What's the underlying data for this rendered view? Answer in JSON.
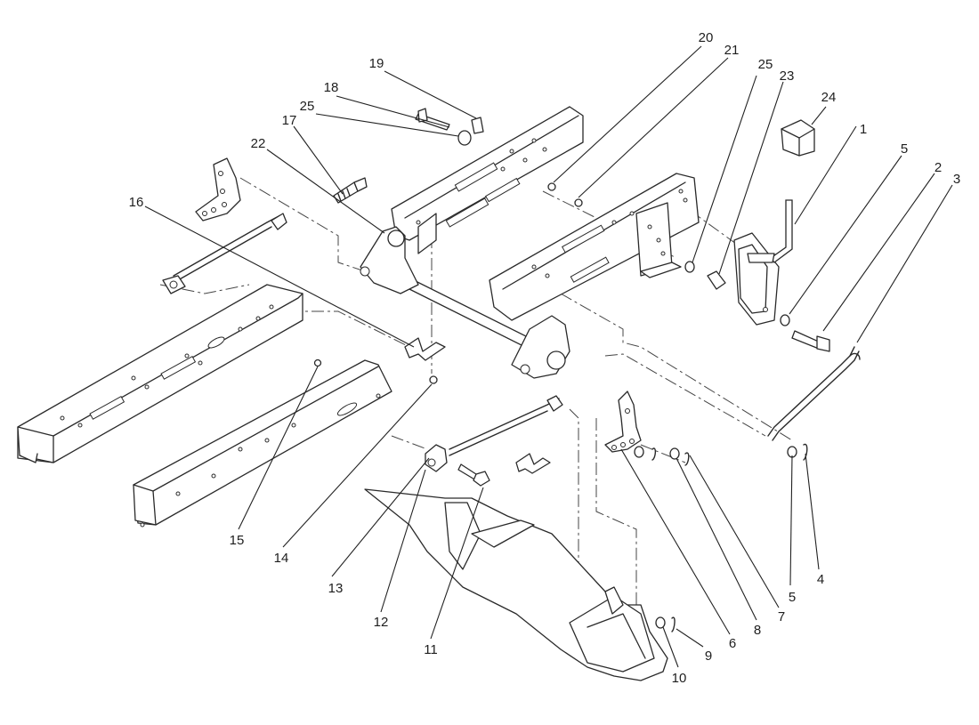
{
  "colors": {
    "line": "#2a2a2a",
    "background": "#ffffff",
    "text": "#1e1e1e"
  },
  "callouts": [
    {
      "id": "c1",
      "label": "1"
    },
    {
      "id": "c2",
      "label": "2"
    },
    {
      "id": "c3",
      "label": "3"
    },
    {
      "id": "c4",
      "label": "4"
    },
    {
      "id": "c5a",
      "label": "5"
    },
    {
      "id": "c5b",
      "label": "5"
    },
    {
      "id": "c6",
      "label": "6"
    },
    {
      "id": "c7",
      "label": "7"
    },
    {
      "id": "c8",
      "label": "8"
    },
    {
      "id": "c9",
      "label": "9"
    },
    {
      "id": "c10",
      "label": "10"
    },
    {
      "id": "c11",
      "label": "11"
    },
    {
      "id": "c12",
      "label": "12"
    },
    {
      "id": "c13",
      "label": "13"
    },
    {
      "id": "c14",
      "label": "14"
    },
    {
      "id": "c15",
      "label": "15"
    },
    {
      "id": "c16",
      "label": "16"
    },
    {
      "id": "c17",
      "label": "17"
    },
    {
      "id": "c18",
      "label": "18"
    },
    {
      "id": "c19",
      "label": "19"
    },
    {
      "id": "c20",
      "label": "20"
    },
    {
      "id": "c21",
      "label": "21"
    },
    {
      "id": "c22",
      "label": "22"
    },
    {
      "id": "c23",
      "label": "23"
    },
    {
      "id": "c24",
      "label": "24"
    },
    {
      "id": "c25a",
      "label": "25"
    },
    {
      "id": "c25b",
      "label": "25"
    }
  ]
}
